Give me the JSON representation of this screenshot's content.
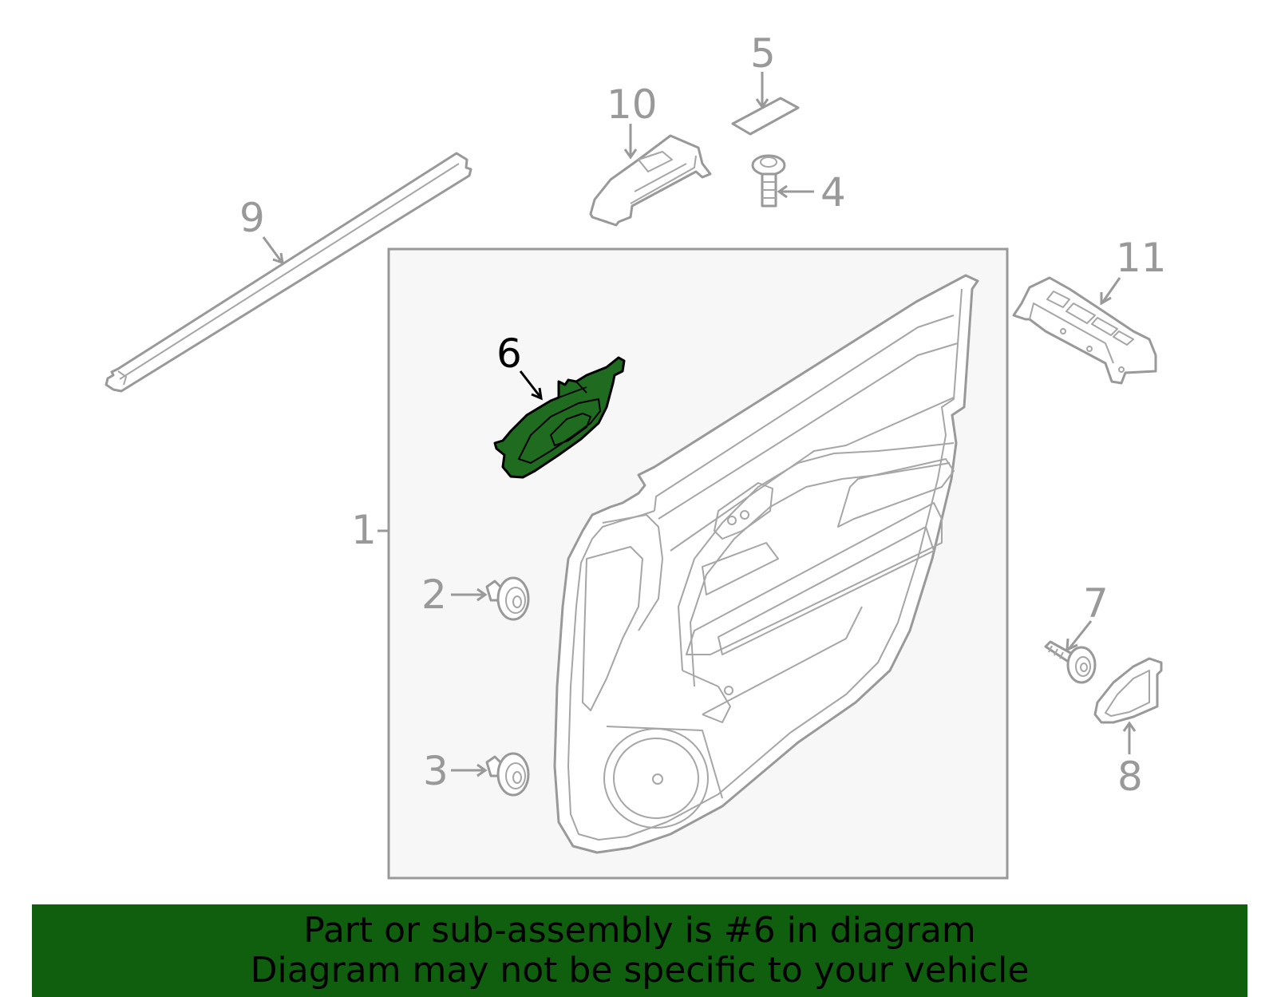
{
  "diagram": {
    "callouts": {
      "c1": "1",
      "c2": "2",
      "c3": "3",
      "c4": "4",
      "c5": "5",
      "c6": "6",
      "c7": "7",
      "c8": "8",
      "c9": "9",
      "c10": "10",
      "c11": "11"
    },
    "highlighted_part": "6",
    "highlight_color": "#1f6b1f",
    "line_color": "#999999"
  },
  "banner": {
    "line1": "Part or sub-assembly is #6 in diagram",
    "line2": "Diagram may not be specific to your vehicle",
    "background": "#0f5f0f"
  }
}
